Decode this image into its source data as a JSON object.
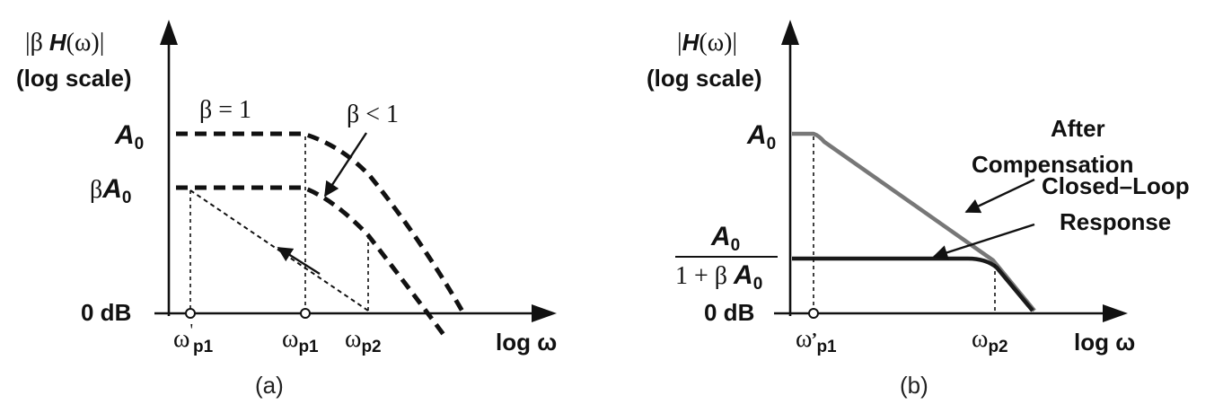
{
  "panel_a": {
    "y_label_line1_prefix": "|β ",
    "y_label_line1_H": "H",
    "y_label_line1_suffix": "(ω)|",
    "y_label_line2": "(log scale)",
    "beta_eq_1": "β = 1",
    "beta_lt_1": "β < 1",
    "level_A0": "A",
    "level_A0_sub": "0",
    "level_betaA0_beta": "β",
    "level_betaA0": "A",
    "level_betaA0_sub": "0",
    "level_0dB": "0 dB",
    "tick1_symbol": "ω",
    "tick1_prime": "'",
    "tick1_sub": "p1",
    "tick2_symbol": "ω",
    "tick2_sub": "p1",
    "tick3_symbol": "ω",
    "tick3_sub": "p2",
    "x_label": "log ω",
    "caption": "(a)"
  },
  "panel_b": {
    "y_label_line1_prefix": "|",
    "y_label_line1_H": "H",
    "y_label_line1_suffix": "(ω)|",
    "y_label_line2": "(log scale)",
    "level_A0": "A",
    "level_A0_sub": "0",
    "frac_num": "A",
    "frac_num_sub": "0",
    "frac_den_prefix": "1 + β ",
    "frac_den_A": "A",
    "frac_den_sub": "0",
    "level_0dB": "0 dB",
    "tick1_symbol": "ω",
    "tick1_prime": ",",
    "tick1_sub": "p1",
    "tick2_symbol": "ω",
    "tick2_sub": "p2",
    "x_label": "log ω",
    "after_line1": "After",
    "after_line2": "Compensation",
    "closed_line1": "Closed–Loop",
    "closed_line2": "Response",
    "caption": "(b)"
  },
  "colors": {
    "ink": "#111111",
    "after_compensation_curve": "#777777",
    "closed_loop_curve": "#1a1a1a"
  }
}
